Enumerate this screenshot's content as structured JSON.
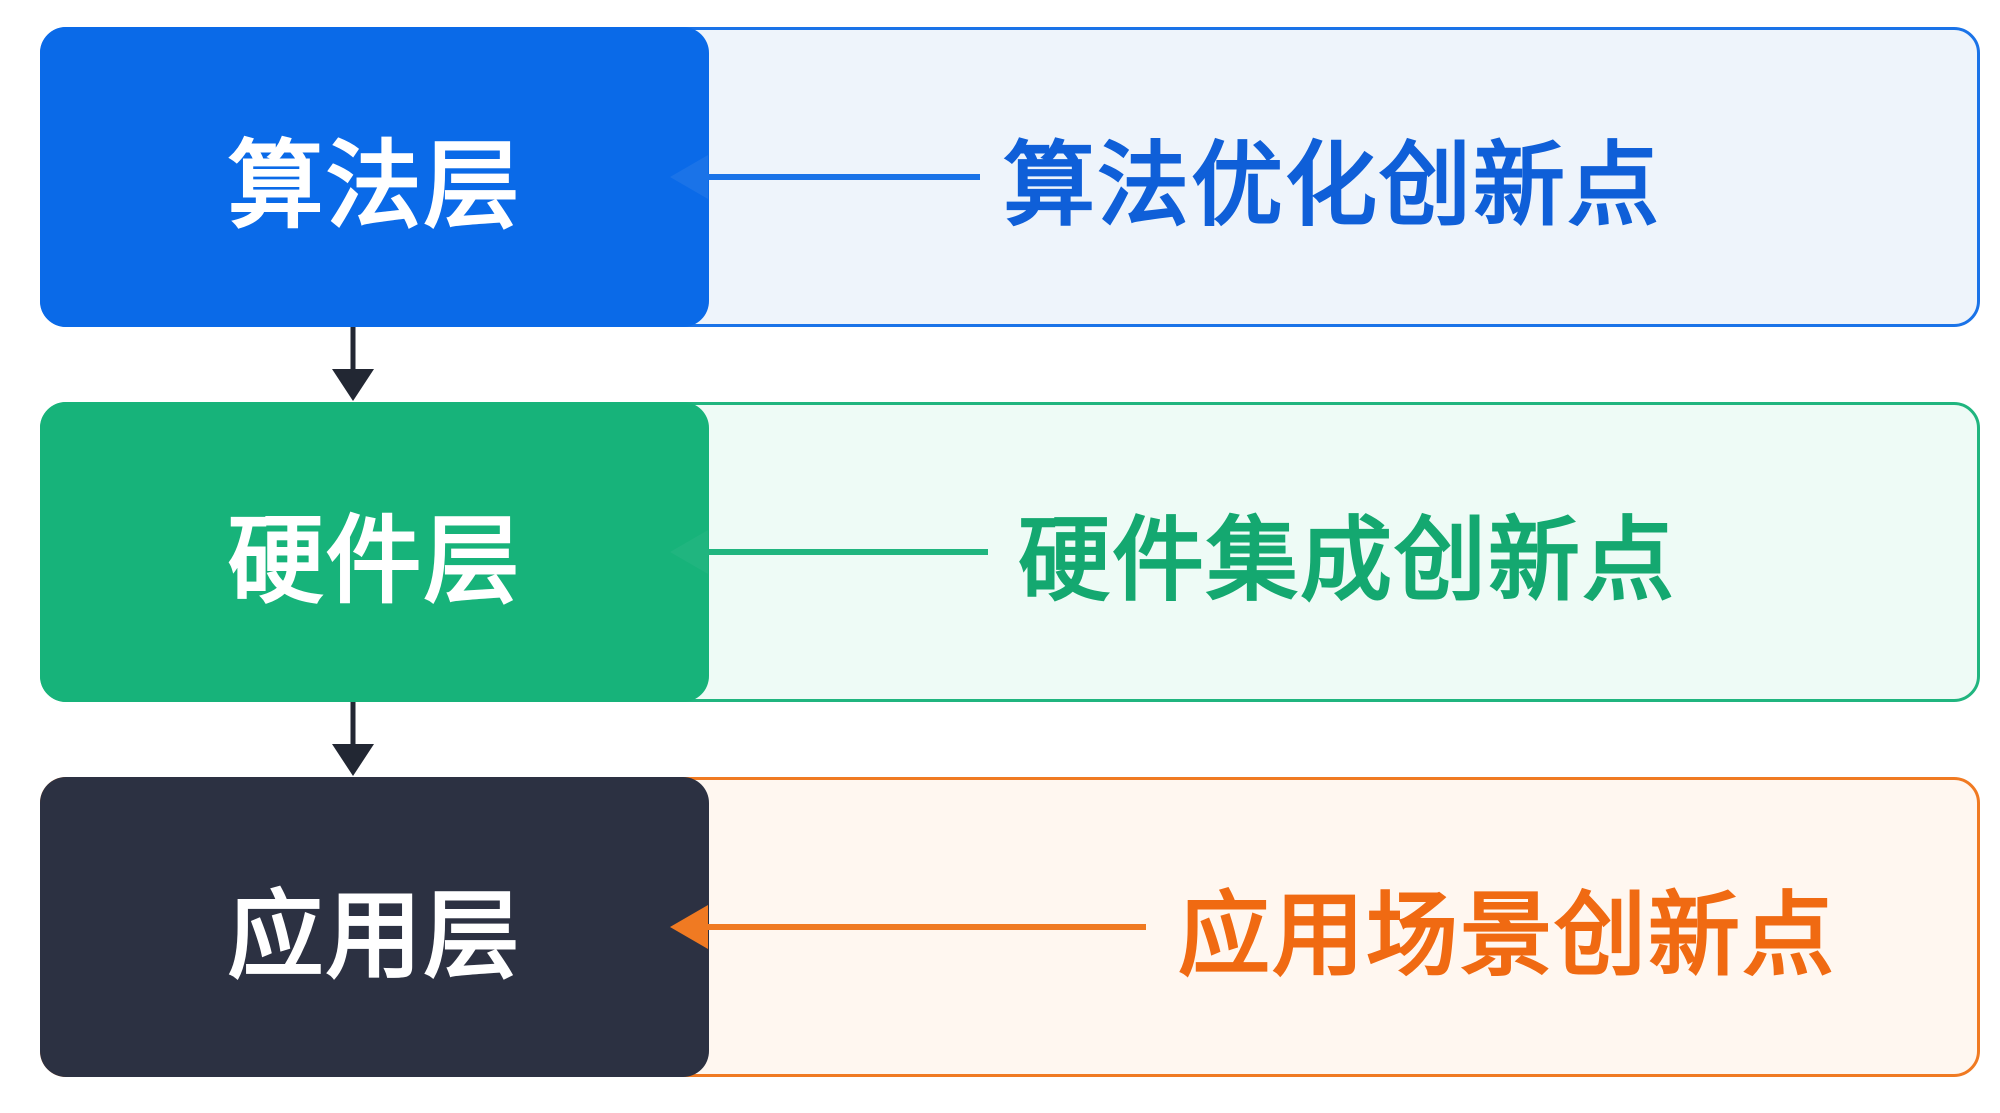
{
  "layers": [
    {
      "name": "算法层",
      "innovation": "算法优化创新点",
      "box_color": "#0a6ae8",
      "accent_color": "#0f5fd8",
      "background_color": "#eef4fb"
    },
    {
      "name": "硬件层",
      "innovation": "硬件集成创新点",
      "box_color": "#17b37a",
      "accent_color": "#14a870",
      "background_color": "#eefbf6"
    },
    {
      "name": "应用层",
      "innovation": "应用场景创新点",
      "box_color": "#2c3142",
      "accent_color": "#f06a12",
      "background_color": "#fff7f0"
    }
  ],
  "flow_arrow_color": "#222733"
}
